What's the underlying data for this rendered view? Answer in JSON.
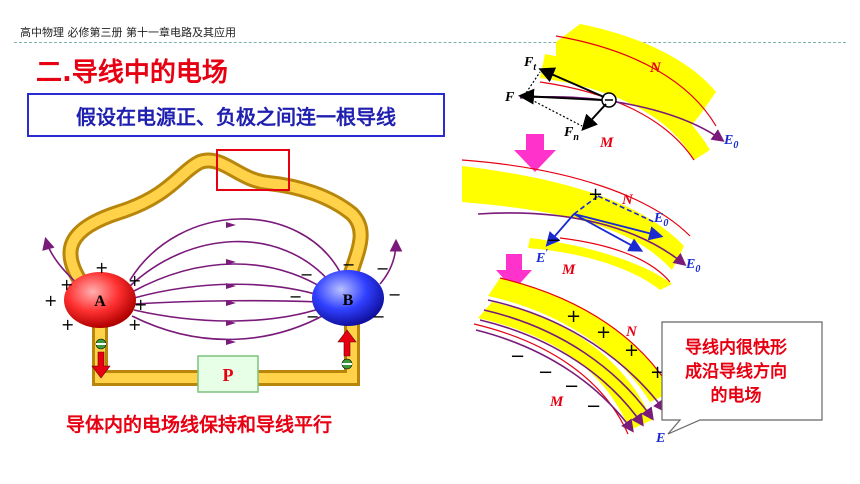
{
  "header": {
    "breadcrumb": "高中物理 必修第三册 第十一章电路及其应用"
  },
  "title": "二.导线中的电场",
  "assumption": "假设在电源正、负极之间连一根导线",
  "caption": "导体内的电场线保持和导线平行",
  "circuit": {
    "label_a": "A",
    "label_b": "B",
    "label_p": "P",
    "plus": "+",
    "minus": "−"
  },
  "panels": {
    "f": "F",
    "ft": "F",
    "ft_sub": "t",
    "fn": "F",
    "fn_sub": "n",
    "n": "N",
    "m": "M",
    "e0": "E",
    "e0_sub": "0",
    "e_prime": "E",
    "prime": "′",
    "e": "E"
  },
  "callout": {
    "line1": "导线内很快形",
    "line2": "成沿导线方向",
    "line3": "的电场"
  },
  "colors": {
    "conductor": "#ffff00",
    "conductor_edge": "#d4a017",
    "field_line": "#7a1a7a",
    "arrow_magenta": "#ff33cc",
    "red": "#e60012"
  }
}
